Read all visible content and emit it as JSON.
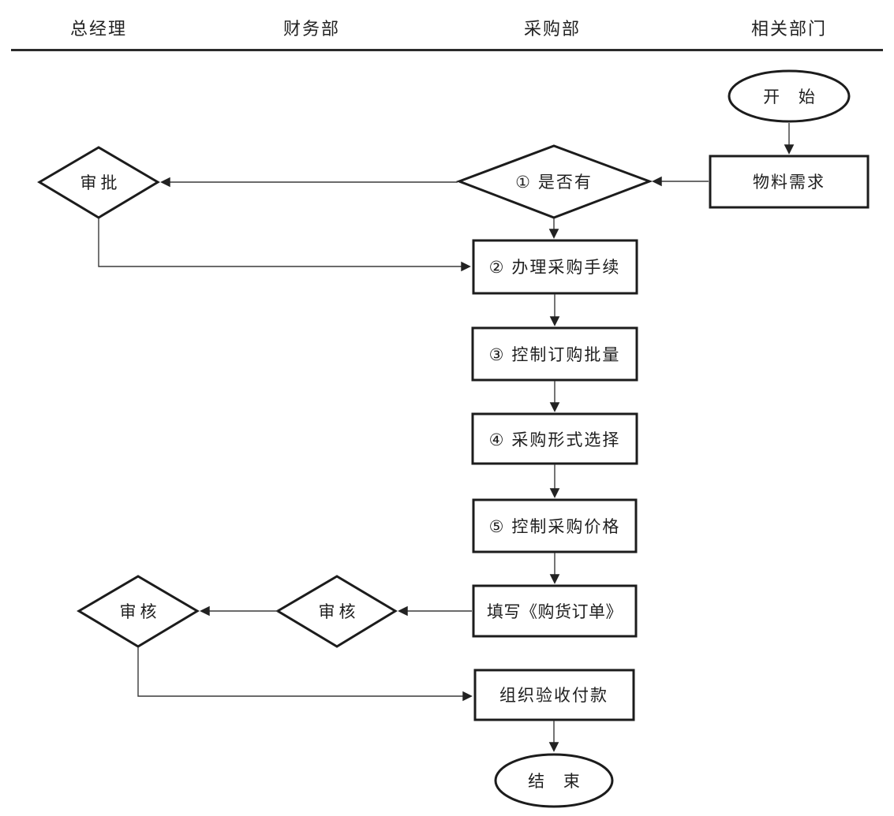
{
  "header": {
    "columns": [
      {
        "label": "总经理"
      },
      {
        "label": "财务部"
      },
      {
        "label": "采购部"
      },
      {
        "label": "相关部门"
      }
    ]
  },
  "nodes": {
    "start": {
      "label": "开 始"
    },
    "material_demand": {
      "label": "物料需求"
    },
    "decision_has": {
      "label": "① 是否有"
    },
    "approval": {
      "label": "审批"
    },
    "step2": {
      "label": "② 办理采购手续"
    },
    "step3": {
      "label": "③ 控制订购批量"
    },
    "step4": {
      "label": "④ 采购形式选择"
    },
    "step5": {
      "label": "⑤ 控制采购价格"
    },
    "fill_order": {
      "label": "填写《购货订单》"
    },
    "review_finance": {
      "label": "审核"
    },
    "review_gm": {
      "label": "审核"
    },
    "acceptance_payment": {
      "label": "组织验收付款"
    },
    "end": {
      "label": "结 束"
    }
  },
  "colors": {
    "shape_stroke": "#1c1c1c",
    "connector": "#3a3a3a",
    "text": "#1f1f1f",
    "background": "#ffffff"
  }
}
